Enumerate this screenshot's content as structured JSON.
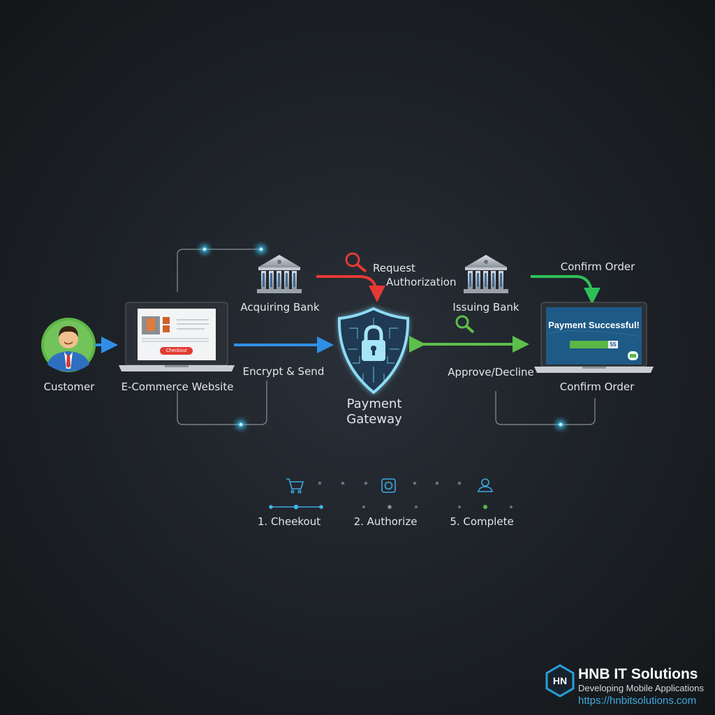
{
  "nodes": {
    "customer": "Customer",
    "ecommerce": "E-Commerce Website",
    "acquiring_bank": "Acquiring Bank",
    "issuing_bank": "Issuing Bank",
    "gateway_line1": "Payment",
    "gateway_line2": "Gateway",
    "confirm_order_bottom": "Confirm Order"
  },
  "flows": {
    "encrypt_send": "Encrypt & Send",
    "request_line1": "Request",
    "request_line2": "Authorization",
    "approve_decline": "Approve/Decline",
    "confirm_order_top": "Confirm Order"
  },
  "ecommerce_screen": {
    "button": "Checkout"
  },
  "success_screen": {
    "title": "Payment Successful!",
    "badge": "55"
  },
  "steps": [
    {
      "label": "1. Cheekout",
      "icon": "cart-icon"
    },
    {
      "label": "2. Authorize",
      "icon": "safe-icon"
    },
    {
      "label": "5. Complete",
      "icon": "user-icon"
    }
  ],
  "brand": {
    "name": "HNB IT Solutions",
    "tagline": "Developing Mobile Applications",
    "url": "https://hnbitsolutions.com",
    "logo_text": "HN"
  },
  "colors": {
    "blue": "#2f8fe6",
    "red": "#e53935",
    "green": "#5cc04a",
    "green_confirm": "#2fbf5a",
    "shield": "#7fd3f0"
  }
}
